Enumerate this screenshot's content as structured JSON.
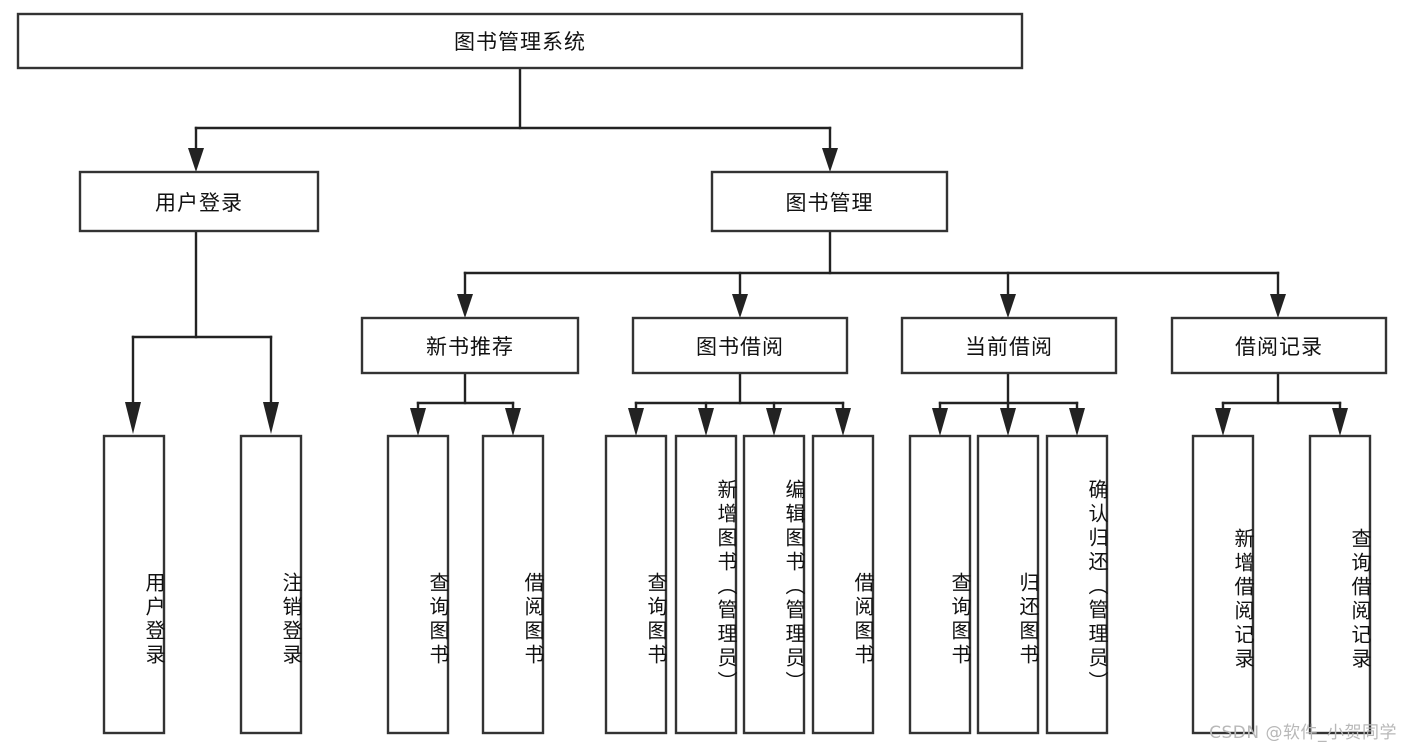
{
  "diagram": {
    "type": "tree-hierarchy",
    "title": "图书管理系统",
    "watermark": "CSDN @软件_小贺同学",
    "colors": {
      "box_fill": "#ffffff",
      "box_stroke": "#333333",
      "connector": "#222222",
      "text": "#111111",
      "watermark": "#b8b8b8",
      "background": "#ffffff"
    },
    "levels": {
      "root": {
        "label": "图书管理系统"
      },
      "tier2": [
        {
          "label": "用户登录"
        },
        {
          "label": "图书管理"
        }
      ],
      "tier3": [
        {
          "label": "新书推荐"
        },
        {
          "label": "图书借阅"
        },
        {
          "label": "当前借阅"
        },
        {
          "label": "借阅记录"
        }
      ],
      "leaves": [
        {
          "label": "用户登录",
          "parent": "用户登录"
        },
        {
          "label": "注销登录",
          "parent": "用户登录"
        },
        {
          "label": "查询图书",
          "parent": "新书推荐"
        },
        {
          "label": "借阅图书",
          "parent": "新书推荐"
        },
        {
          "label": "查询图书",
          "parent": "图书借阅"
        },
        {
          "label": "新增图书（管理员）",
          "parent": "图书借阅"
        },
        {
          "label": "编辑图书（管理员）",
          "parent": "图书借阅"
        },
        {
          "label": "借阅图书",
          "parent": "图书借阅"
        },
        {
          "label": "查询图书",
          "parent": "当前借阅"
        },
        {
          "label": "归还图书",
          "parent": "当前借阅"
        },
        {
          "label": "确认归还（管理员）",
          "parent": "当前借阅"
        },
        {
          "label": "新增借阅记录",
          "parent": "借阅记录"
        },
        {
          "label": "查询借阅记录",
          "parent": "借阅记录"
        }
      ]
    }
  }
}
